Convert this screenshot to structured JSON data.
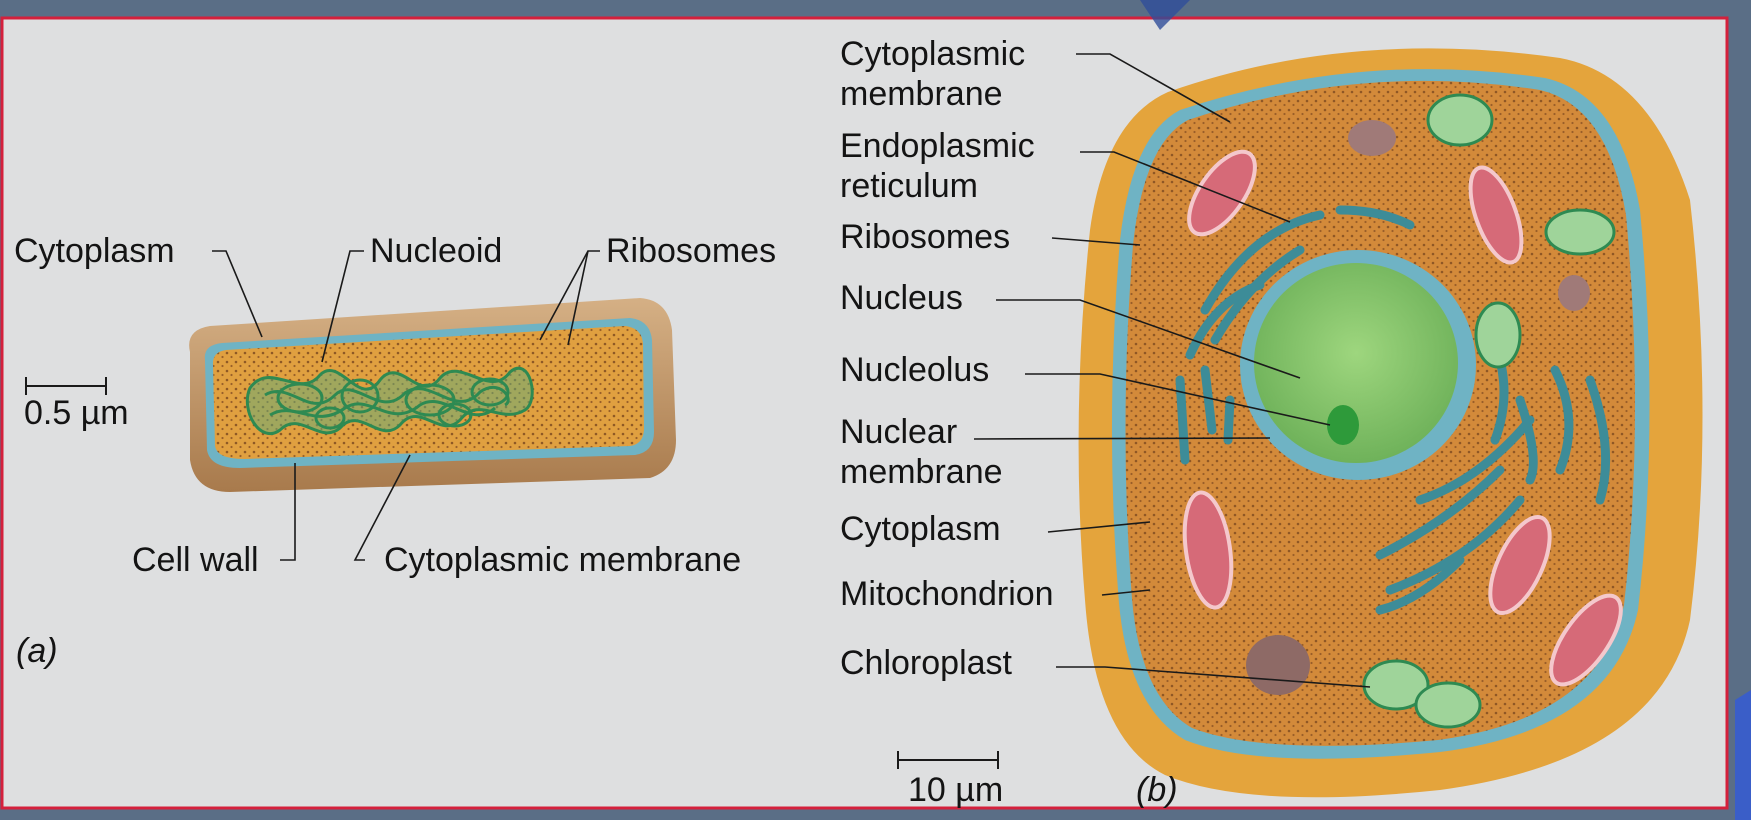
{
  "panel_a": {
    "labels": {
      "cytoplasm": "Cytoplasm",
      "nucleoid": "Nucleoid",
      "ribosomes": "Ribosomes",
      "cell_wall": "Cell wall",
      "cytoplasmic_membrane": "Cytoplasmic membrane"
    },
    "scale_bar": "0.5 µm",
    "panel_letter": "(a)"
  },
  "panel_b": {
    "labels": {
      "cytoplasmic_membrane_1": "Cytoplasmic",
      "cytoplasmic_membrane_2": "membrane",
      "endoplasmic_reticulum_1": "Endoplasmic",
      "endoplasmic_reticulum_2": "reticulum",
      "ribosomes": "Ribosomes",
      "nucleus": "Nucleus",
      "nucleolus": "Nucleolus",
      "nuclear_membrane_1": "Nuclear",
      "nuclear_membrane_2": "membrane",
      "cytoplasm": "Cytoplasm",
      "mitochondrion": "Mitochondrion",
      "chloroplast": "Chloroplast"
    },
    "scale_bar": "10 µm",
    "panel_letter": "(b)"
  },
  "colors": {
    "panel_background": "#dedfe0",
    "slide_background": "#5a6e86",
    "border": "#d4203c",
    "cell_wall": "#c79a68",
    "cytoplasm": "#d99a3e",
    "membrane": "#6fb3c4",
    "nucleus": "#8cc870",
    "mitochondrion": "#d66a78",
    "chloroplast": "#9fd49a"
  }
}
